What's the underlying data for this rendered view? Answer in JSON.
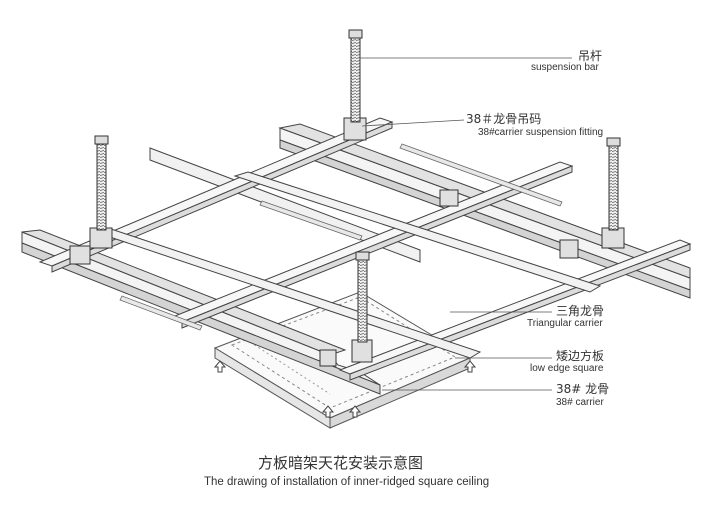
{
  "labels": {
    "suspension_bar": {
      "cn": "吊杆",
      "en": "suspension bar"
    },
    "suspension_fitting": {
      "cn": "38＃龙骨吊码",
      "en": "38#carrier suspension fitting"
    },
    "triangular_carrier": {
      "cn": "三角龙骨",
      "en": "Triangular carrier"
    },
    "low_edge_square": {
      "cn": "矮边方板",
      "en": "low edge square"
    },
    "carrier_38": {
      "cn": "38# 龙骨",
      "en": "38# carrier"
    }
  },
  "caption": {
    "cn": "方板暗架天花安装示意图",
    "en": "The drawing of installation of inner-ridged square ceiling"
  },
  "colors": {
    "line": "#444444",
    "fill": "#f6f6f6",
    "shade": "#d8d8d8",
    "text": "#333333"
  }
}
